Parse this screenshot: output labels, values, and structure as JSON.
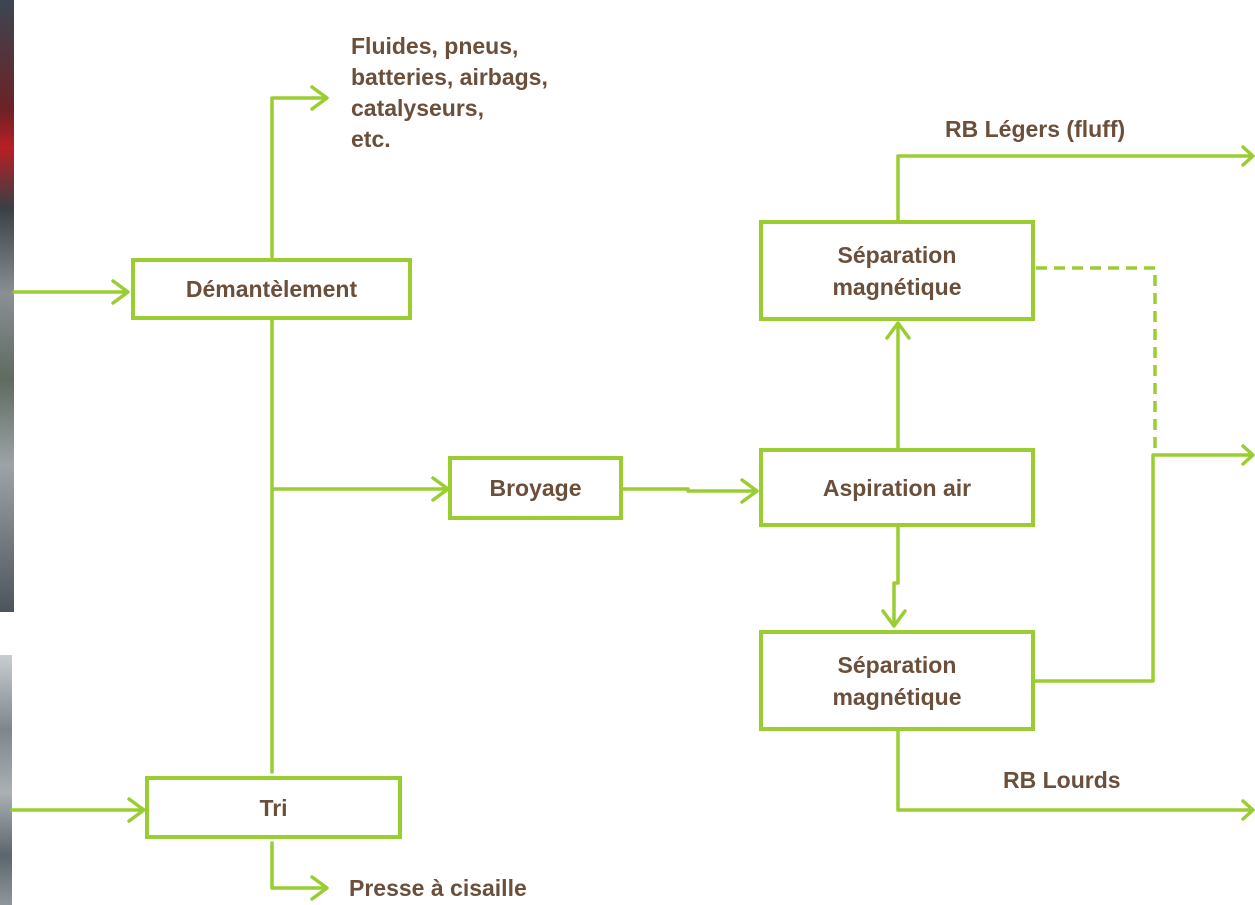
{
  "diagram": {
    "colors": {
      "line": "#9acd32",
      "text": "#6b4f3a",
      "box_border": "#9acd32"
    },
    "nodes": {
      "demantelement": "Démantèlement",
      "broyage": "Broyage",
      "tri": "Tri",
      "aspiration": "Aspiration air",
      "separation_top": "Séparation\nmagnétique",
      "separation_bottom": "Séparation\nmagnétique"
    },
    "labels": {
      "fluides": "Fluides, pneus,\nbatteries, airbags,\ncatalyseurs,\netc.",
      "rb_legers": "RB Légers (fluff)",
      "rb_lourds": "RB Lourds",
      "presse": "Presse à cisaille"
    }
  }
}
